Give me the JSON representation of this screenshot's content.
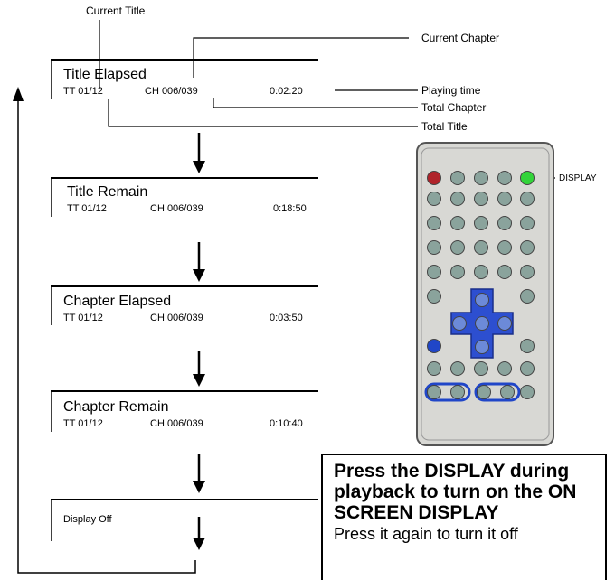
{
  "callouts": {
    "current_title": "Current Title",
    "current_chapter": "Current Chapter",
    "playing_time": "Playing time",
    "total_chapter": "Total Chapter",
    "total_title": "Total Title",
    "display": "DISPLAY"
  },
  "screens": [
    {
      "title": "Title Elapsed",
      "tt": "TT 01/12",
      "ch": "CH 006/039",
      "time": "0:02:20"
    },
    {
      "title": "Title Remain",
      "tt": "TT 01/12",
      "ch": "CH 006/039",
      "time": "0:18:50"
    },
    {
      "title": "Chapter Elapsed",
      "tt": "TT 01/12",
      "ch": "CH 006/039",
      "time": "0:03:50"
    },
    {
      "title": "Chapter Remain",
      "tt": "TT 01/12",
      "ch": "CH 006/039",
      "time": "0:10:40"
    },
    {
      "title": "Display Off"
    }
  ],
  "note": {
    "bold_text": "Press the DISPLAY during playback to turn on the ON SCREEN DISPLAY",
    "sub_text": "Press it again to turn it off"
  },
  "colors": {
    "remote_body": "#d8d8d4",
    "button_gray": "#8aa39c",
    "button_red": "#b0232a",
    "button_green": "#33d43a",
    "button_blue": "#2046c8",
    "dpad_blue": "#2d4fd0"
  }
}
